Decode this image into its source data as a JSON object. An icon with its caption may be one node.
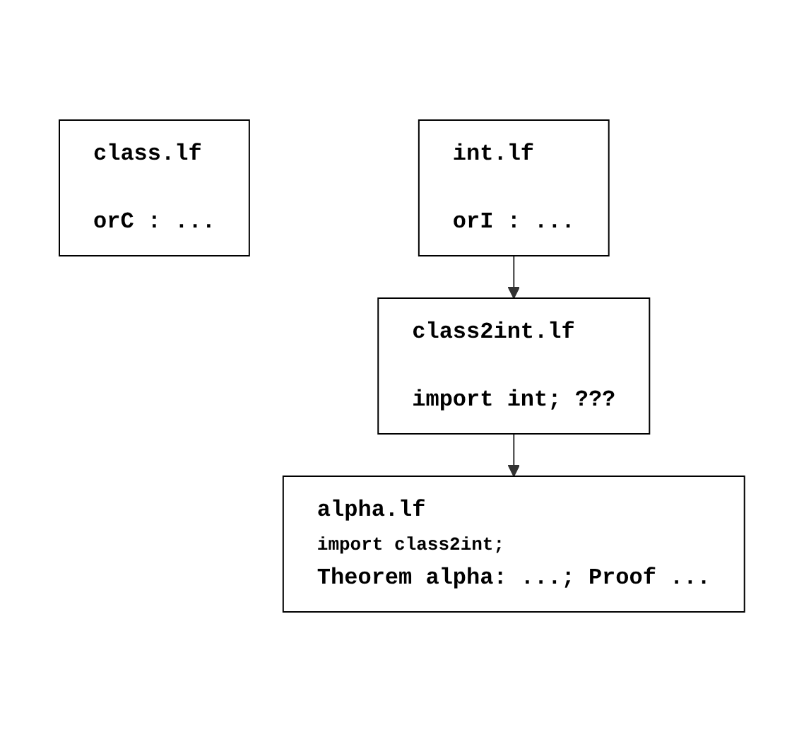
{
  "diagram": {
    "nodes": [
      {
        "text": [
          "class.lf",
          "orC : ..."
        ]
      },
      {
        "text": [
          "int.lf",
          "orI : ..."
        ]
      },
      {
        "text": [
          "class2int.lf",
          "import int; ???"
        ]
      },
      {
        "text": [
          "alpha.lf",
          "import class2int;",
          "Theorem alpha: ...; Proof ..."
        ]
      }
    ],
    "edges": [
      {
        "from": 1,
        "to": 2,
        "arrow": "to"
      },
      {
        "from": 2,
        "to": 3,
        "arrow": "to"
      }
    ]
  }
}
